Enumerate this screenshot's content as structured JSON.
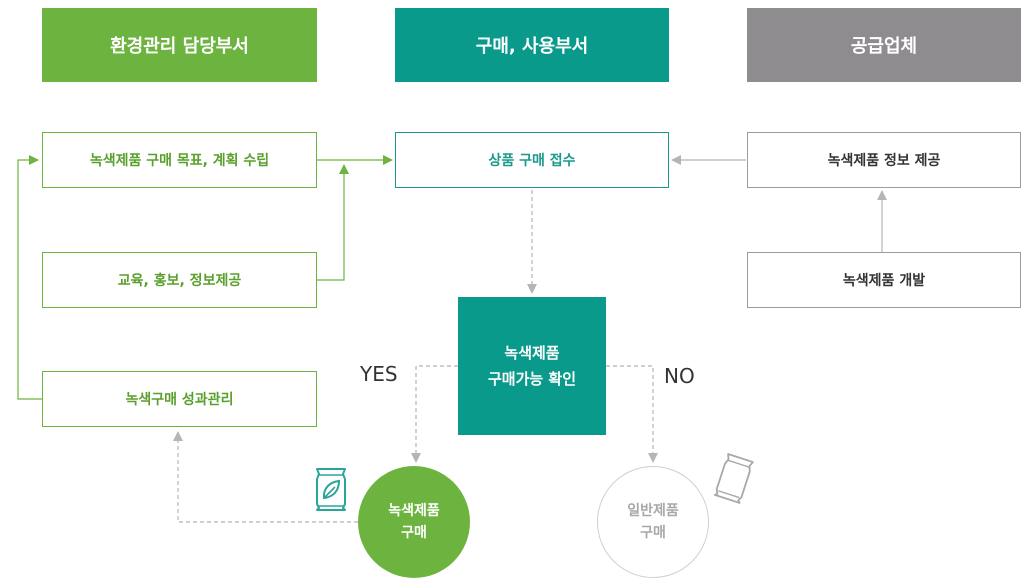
{
  "colors": {
    "green": "#6db33f",
    "teal": "#0a9a8c",
    "gray": "#8e8c8f",
    "line_gray": "#b5b5b5"
  },
  "headers": {
    "env": "환경관리 담당부서",
    "purchase": "구매, 사용부서",
    "supplier": "공급업체"
  },
  "env_boxes": {
    "goal_plan": "녹색제품 구매 목표, 계획 수립",
    "education": "교육, 홍보, 정보제공",
    "performance": "녹색구매 성과관리"
  },
  "purchase_flow": {
    "receipt": "상품 구매 접수",
    "decision_line1": "녹색제품",
    "decision_line2": "구매가능 확인",
    "yes_label": "YES",
    "no_label": "NO",
    "green_purchase_line1": "녹색제품",
    "green_purchase_line2": "구매",
    "general_purchase_line1": "일반제품",
    "general_purchase_line2": "구매"
  },
  "supplier_boxes": {
    "info_provide": "녹색제품 정보 제공",
    "development": "녹색제품 개발"
  },
  "icons": {
    "green_product": "leaf-package-icon",
    "general_product": "plain-package-icon"
  }
}
